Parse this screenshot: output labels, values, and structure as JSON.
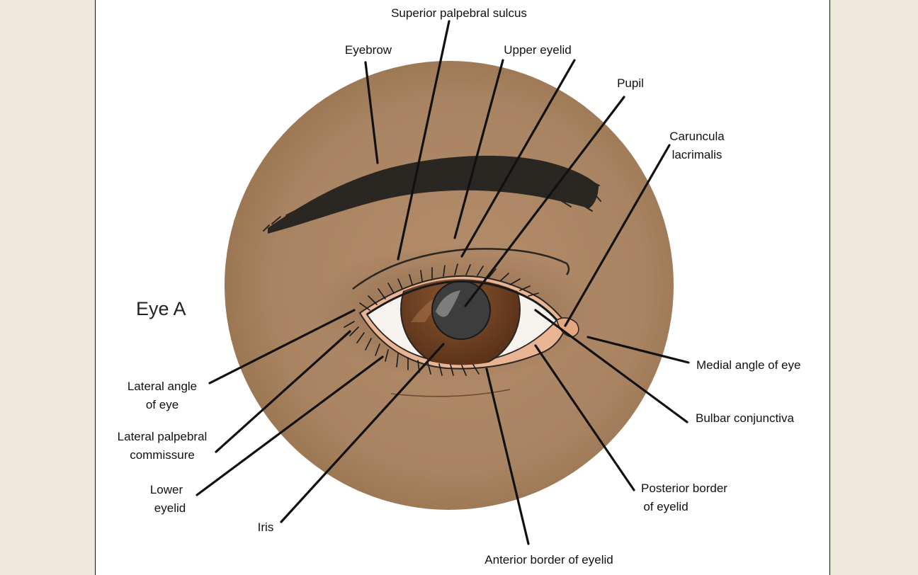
{
  "figure": {
    "panel_label": "Eye A",
    "labels": {
      "superior_palpebral_sulcus": "Superior palpebral sulcus",
      "eyebrow": "Eyebrow",
      "upper_eyelid": "Upper eyelid",
      "pupil": "Pupil",
      "caruncula_1": "Caruncula",
      "caruncula_2": "lacrimalis",
      "medial_angle": "Medial angle of eye",
      "bulbar_conjunctiva": "Bulbar conjunctiva",
      "posterior_border_1": "Posterior border",
      "posterior_border_2": "of eyelid",
      "anterior_border": "Anterior border of eyelid",
      "iris": "Iris",
      "lower_eyelid_1": "Lower",
      "lower_eyelid_2": "eyelid",
      "lateral_commissure_1": "Lateral palpebral",
      "lateral_commissure_2": "commissure",
      "lateral_angle_1": "Lateral angle",
      "lateral_angle_2": "of eye"
    },
    "colors": {
      "skin": "#a98462",
      "iris": "#6b3f22",
      "pupil": "#3d3d3d",
      "caruncle": "#e2a681",
      "brow": "#2a2622",
      "background": "#ece8dc"
    }
  }
}
